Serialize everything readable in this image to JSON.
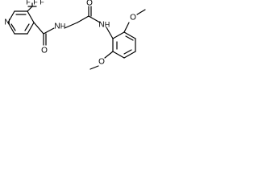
{
  "molecule": {
    "atom_labels": {
      "pyridine_n": "N",
      "cf3_f_left": "F",
      "cf3_f_top": "F",
      "cf3_f_right": "F",
      "amide1_o": "O",
      "amide1_nh": "N",
      "amide1_h": "H",
      "amide2_o": "O",
      "amide2_nh": "N",
      "amide2_h": "H",
      "ome_top_o": "O",
      "ome_bottom_o": "O"
    }
  },
  "colors": {
    "bond": "#000000",
    "background": "#ffffff"
  }
}
